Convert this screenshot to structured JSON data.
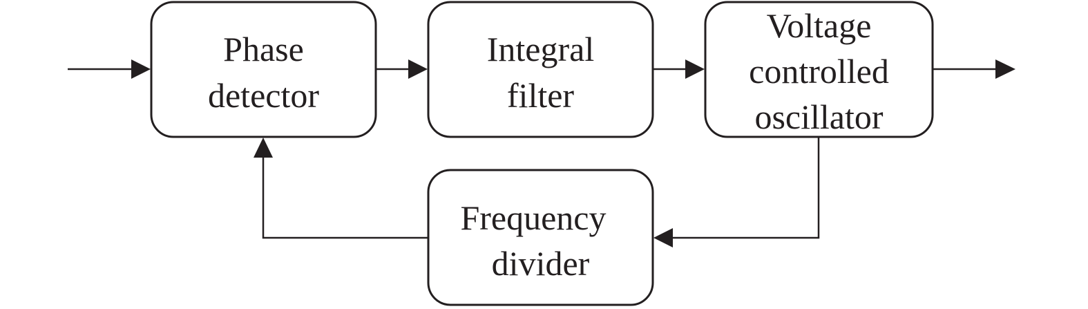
{
  "blocks": {
    "phase_detector": {
      "lines": [
        "Phase",
        "detector"
      ]
    },
    "integral_filter": {
      "lines": [
        "Integral",
        "filter"
      ]
    },
    "vco": {
      "lines": [
        "Voltage",
        "controlled",
        "oscillator"
      ]
    },
    "frequency_divider": {
      "lines": [
        "Frequency",
        "divider"
      ]
    }
  },
  "colors": {
    "stroke": "#231f20",
    "background": "#ffffff"
  }
}
